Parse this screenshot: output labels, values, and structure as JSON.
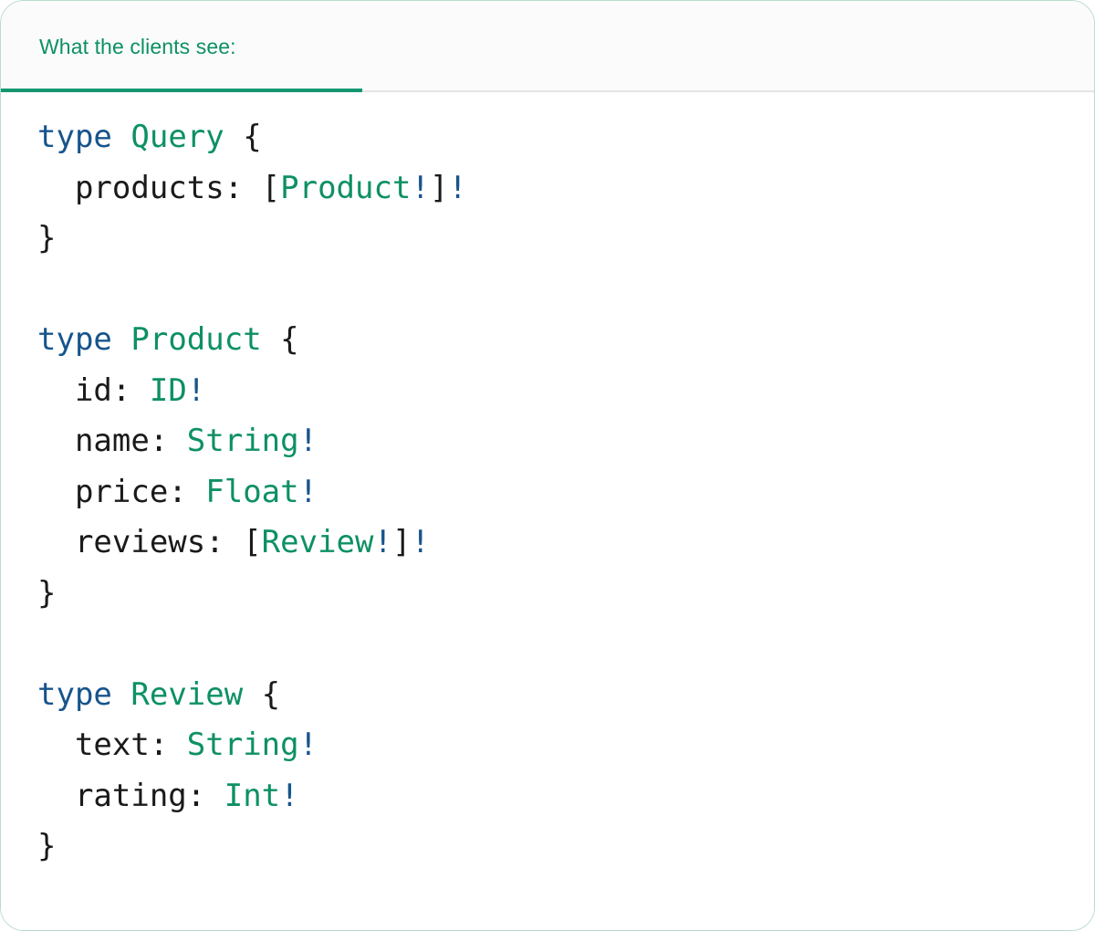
{
  "card": {
    "border_color": "#b9ddcb",
    "background": "#ffffff"
  },
  "tabbar": {
    "background": "#fbfbfb",
    "active_tab_label": "What the clients see:",
    "active_underline_color": "#139671",
    "inactive_rule_color": "#e4e4e4"
  },
  "syntax_colors": {
    "keyword": "#17548c",
    "type_name": "#0d9065",
    "bang": "#17548c",
    "punctuation": "#1a1a1a",
    "field_name": "#1a1a1a"
  },
  "code": {
    "language": "graphql",
    "raw": "type Query {\n  products: [Product!]!\n}\n\ntype Product {\n  id: ID!\n  name: String!\n  price: Float!\n  reviews: [Review!]!\n}\n\ntype Review {\n  text: String!\n  rating: Int!\n}",
    "lines": [
      {
        "id": "l1",
        "tokens": [
          {
            "t": "type",
            "c": "kw"
          },
          {
            "t": " ",
            "c": "punct"
          },
          {
            "t": "Query",
            "c": "type"
          },
          {
            "t": " {",
            "c": "punct"
          }
        ]
      },
      {
        "id": "l2",
        "tokens": [
          {
            "t": "  ",
            "c": "punct"
          },
          {
            "t": "products",
            "c": "field"
          },
          {
            "t": ": [",
            "c": "punct"
          },
          {
            "t": "Product",
            "c": "type"
          },
          {
            "t": "!",
            "c": "bang"
          },
          {
            "t": "]",
            "c": "punct"
          },
          {
            "t": "!",
            "c": "bang"
          }
        ]
      },
      {
        "id": "l3",
        "tokens": [
          {
            "t": "}",
            "c": "punct"
          }
        ]
      },
      {
        "id": "l4",
        "tokens": []
      },
      {
        "id": "l5",
        "tokens": [
          {
            "t": "type",
            "c": "kw"
          },
          {
            "t": " ",
            "c": "punct"
          },
          {
            "t": "Product",
            "c": "type"
          },
          {
            "t": " {",
            "c": "punct"
          }
        ]
      },
      {
        "id": "l6",
        "tokens": [
          {
            "t": "  ",
            "c": "punct"
          },
          {
            "t": "id",
            "c": "field"
          },
          {
            "t": ": ",
            "c": "punct"
          },
          {
            "t": "ID",
            "c": "type"
          },
          {
            "t": "!",
            "c": "bang"
          }
        ]
      },
      {
        "id": "l7",
        "tokens": [
          {
            "t": "  ",
            "c": "punct"
          },
          {
            "t": "name",
            "c": "field"
          },
          {
            "t": ": ",
            "c": "punct"
          },
          {
            "t": "String",
            "c": "type"
          },
          {
            "t": "!",
            "c": "bang"
          }
        ]
      },
      {
        "id": "l8",
        "tokens": [
          {
            "t": "  ",
            "c": "punct"
          },
          {
            "t": "price",
            "c": "field"
          },
          {
            "t": ": ",
            "c": "punct"
          },
          {
            "t": "Float",
            "c": "type"
          },
          {
            "t": "!",
            "c": "bang"
          }
        ]
      },
      {
        "id": "l9",
        "tokens": [
          {
            "t": "  ",
            "c": "punct"
          },
          {
            "t": "reviews",
            "c": "field"
          },
          {
            "t": ": [",
            "c": "punct"
          },
          {
            "t": "Review",
            "c": "type"
          },
          {
            "t": "!",
            "c": "bang"
          },
          {
            "t": "]",
            "c": "punct"
          },
          {
            "t": "!",
            "c": "bang"
          }
        ]
      },
      {
        "id": "l10",
        "tokens": [
          {
            "t": "}",
            "c": "punct"
          }
        ]
      },
      {
        "id": "l11",
        "tokens": []
      },
      {
        "id": "l12",
        "tokens": [
          {
            "t": "type",
            "c": "kw"
          },
          {
            "t": " ",
            "c": "punct"
          },
          {
            "t": "Review",
            "c": "type"
          },
          {
            "t": " {",
            "c": "punct"
          }
        ]
      },
      {
        "id": "l13",
        "tokens": [
          {
            "t": "  ",
            "c": "punct"
          },
          {
            "t": "text",
            "c": "field"
          },
          {
            "t": ": ",
            "c": "punct"
          },
          {
            "t": "String",
            "c": "type"
          },
          {
            "t": "!",
            "c": "bang"
          }
        ]
      },
      {
        "id": "l14",
        "tokens": [
          {
            "t": "  ",
            "c": "punct"
          },
          {
            "t": "rating",
            "c": "field"
          },
          {
            "t": ": ",
            "c": "punct"
          },
          {
            "t": "Int",
            "c": "type"
          },
          {
            "t": "!",
            "c": "bang"
          }
        ]
      },
      {
        "id": "l15",
        "tokens": [
          {
            "t": "}",
            "c": "punct"
          }
        ]
      }
    ]
  }
}
